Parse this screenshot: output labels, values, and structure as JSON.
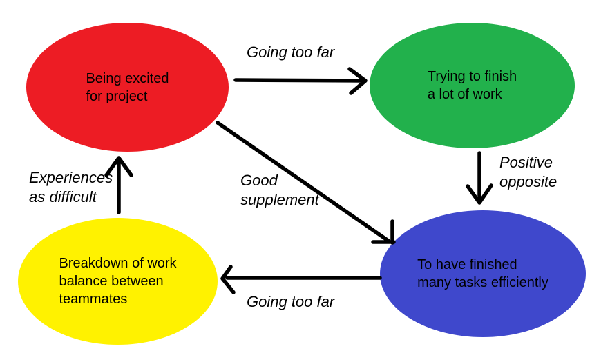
{
  "diagram": {
    "background": "#ffffff",
    "arrow_color": "#000000",
    "text_color": "#000000"
  },
  "nodes": [
    {
      "name": "being-excited",
      "label": "Being excited\nfor project",
      "fill": "#ed1c24"
    },
    {
      "name": "trying-to-finish",
      "label": "Trying to finish\na lot of work",
      "fill": "#22b14c"
    },
    {
      "name": "finished-tasks",
      "label": "To have finished\nmany tasks efficiently",
      "fill": "#3f48cc"
    },
    {
      "name": "work-balance-breakdown",
      "label": "Breakdown of work\nbalance between\nteammates",
      "fill": "#fff200"
    }
  ],
  "edges": [
    {
      "from": "being-excited",
      "to": "trying-to-finish",
      "label": "Going too far"
    },
    {
      "from": "trying-to-finish",
      "to": "finished-tasks",
      "label": "Positive\nopposite"
    },
    {
      "from": "being-excited",
      "to": "finished-tasks",
      "label": "Good\nsupplement"
    },
    {
      "from": "finished-tasks",
      "to": "work-balance-breakdown",
      "label": "Going too far"
    },
    {
      "from": "work-balance-breakdown",
      "to": "being-excited",
      "label": "Experiences\nas difficult"
    }
  ]
}
